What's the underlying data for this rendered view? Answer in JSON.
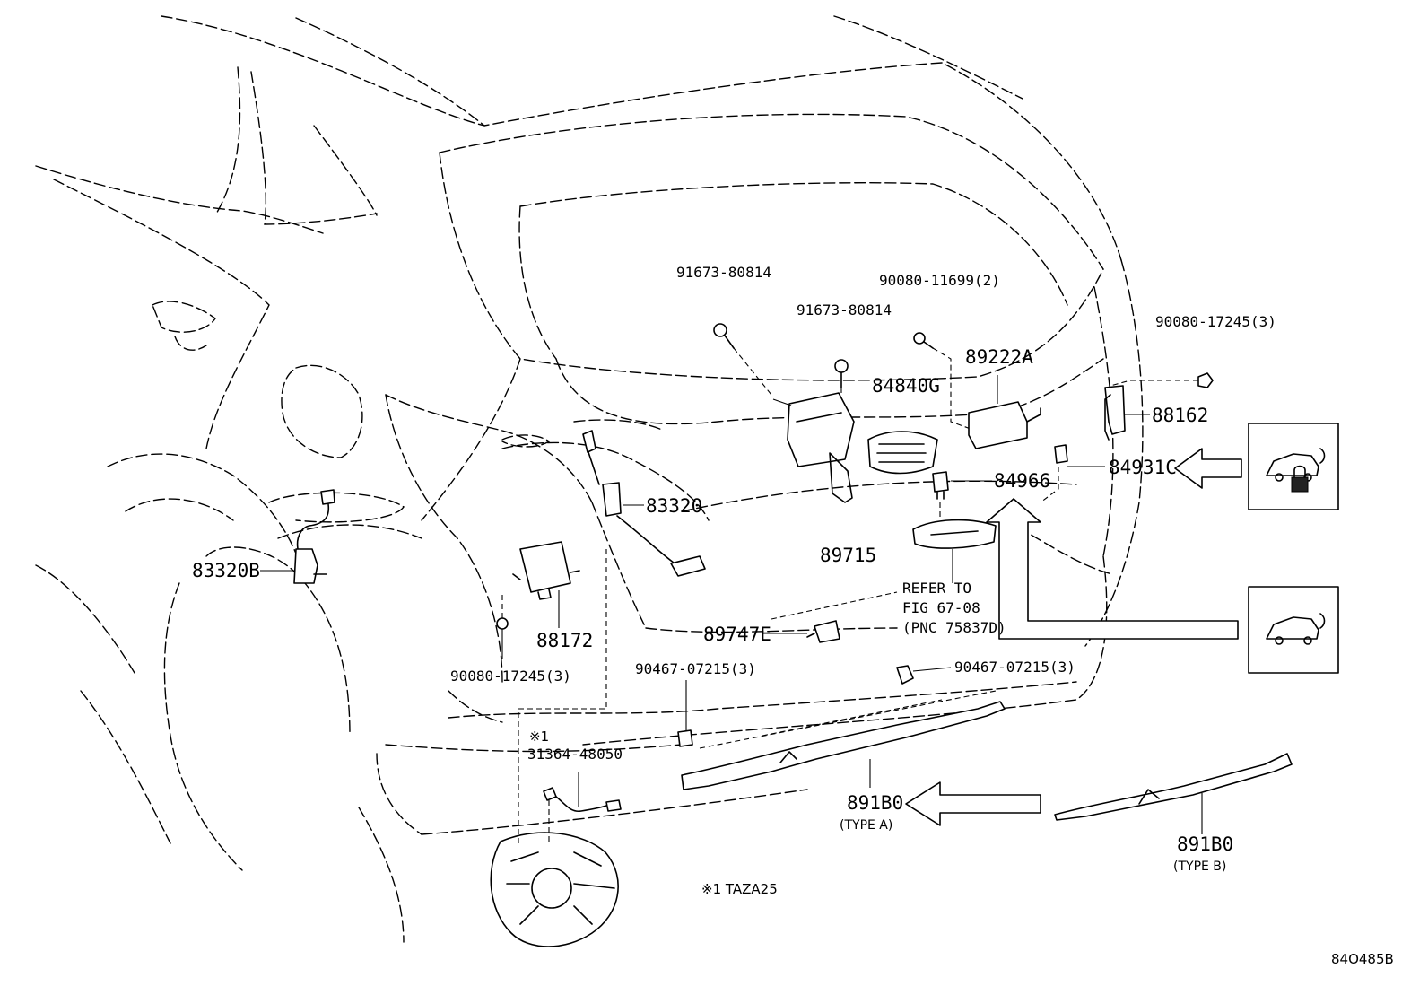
{
  "callouts": {
    "p1": "91673-80814",
    "p2": "91673-80814",
    "p3": "90080-11699(2)",
    "p4": "90080-17245(3)",
    "p5": "89222A",
    "p6": "84840G",
    "p7": "88162",
    "p8": "83320",
    "p9": "84966",
    "p10": "84931C",
    "p11": "83320B",
    "p12": "89715",
    "p13": "88172",
    "p14": "89747E",
    "p15": "90080-17245(3)",
    "p16": "90467-07215(3)",
    "p17": "90467-07215(3)",
    "p18": "31364-48050",
    "p19": "891B0",
    "p20": "891B0"
  },
  "refer": {
    "line1": "REFER TO",
    "line2": "FIG 67-08",
    "line3": "(PNC 75837D)"
  },
  "notes": {
    "mark1": "※1",
    "footnote": "※1 TAZA25",
    "type_a": "(TYPE A)",
    "type_b": "(TYPE B)",
    "figure_id": "84O485B"
  },
  "icons": {
    "upper_box": "car-with-lock-icon",
    "lower_box": "car-with-wave-icon"
  }
}
